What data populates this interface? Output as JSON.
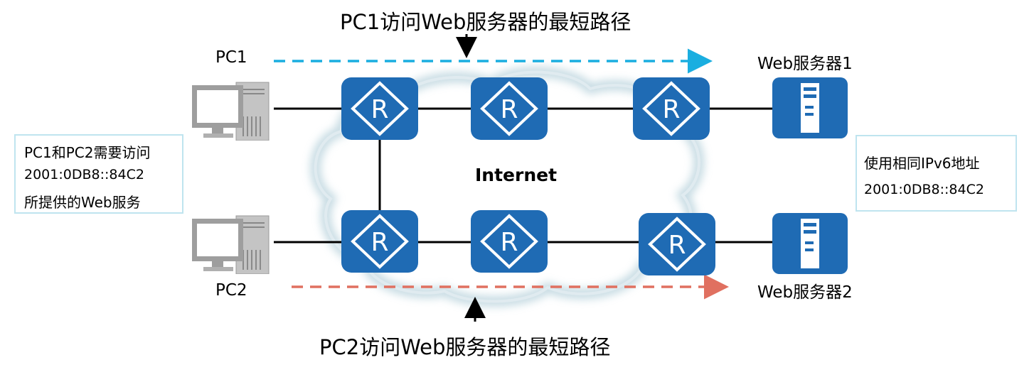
{
  "title_top": "PC1访问Web服务器的最短路径",
  "title_bottom": "PC2访问Web服务器的最短路径",
  "cloud_label": "Internet",
  "pc1": {
    "label": "PC1"
  },
  "pc2": {
    "label": "PC2"
  },
  "server1": {
    "label": "Web服务器1"
  },
  "server2": {
    "label": "Web服务器2"
  },
  "router_glyph": "R",
  "left_note": [
    "PC1和PC2需要访问",
    "2001:0DB8::84C2",
    "所提供的Web服务"
  ],
  "right_note": [
    "使用相同IPv6地址",
    "2001:0DB8::84C2"
  ],
  "colors": {
    "device_blue": "#1f6bb4",
    "path_pc1": "#1aaee0",
    "path_pc2": "#e07060",
    "note_border": "#bfe4ef",
    "cloud": "#c7dbe3"
  },
  "links": [
    {
      "from": "pc1",
      "to": "r1"
    },
    {
      "from": "r1",
      "to": "r2"
    },
    {
      "from": "r2",
      "to": "r3"
    },
    {
      "from": "r3",
      "to": "server1"
    },
    {
      "from": "r1",
      "to": "r4"
    },
    {
      "from": "pc2",
      "to": "r4"
    },
    {
      "from": "r4",
      "to": "r5"
    },
    {
      "from": "r5",
      "to": "r6"
    },
    {
      "from": "r6",
      "to": "server2"
    }
  ]
}
